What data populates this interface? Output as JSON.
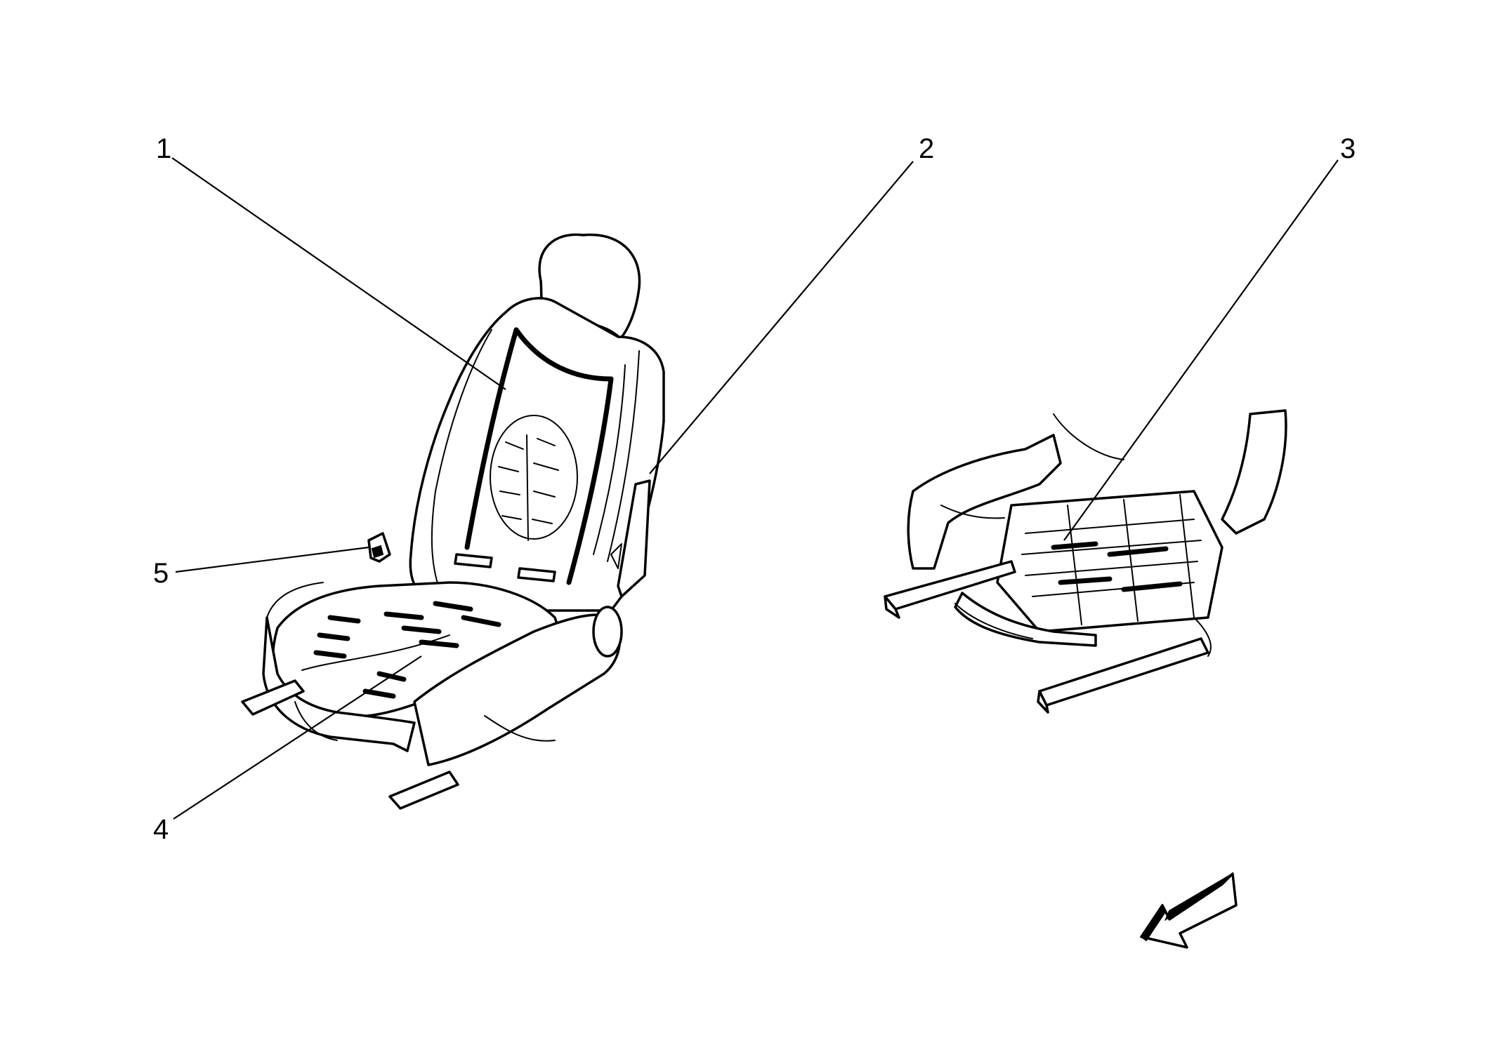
{
  "callouts": [
    {
      "id": "1",
      "label": "1"
    },
    {
      "id": "2",
      "label": "2"
    },
    {
      "id": "3",
      "label": "3"
    },
    {
      "id": "4",
      "label": "4"
    },
    {
      "id": "5",
      "label": "5"
    }
  ],
  "icons": {
    "front_seat": "seat-assembly-front-view-icon",
    "seat_underside": "seat-assembly-underside-view-icon",
    "direction_arrow": "vehicle-front-direction-arrow-icon"
  },
  "colors": {
    "ink": "#000000",
    "background": "#ffffff"
  }
}
